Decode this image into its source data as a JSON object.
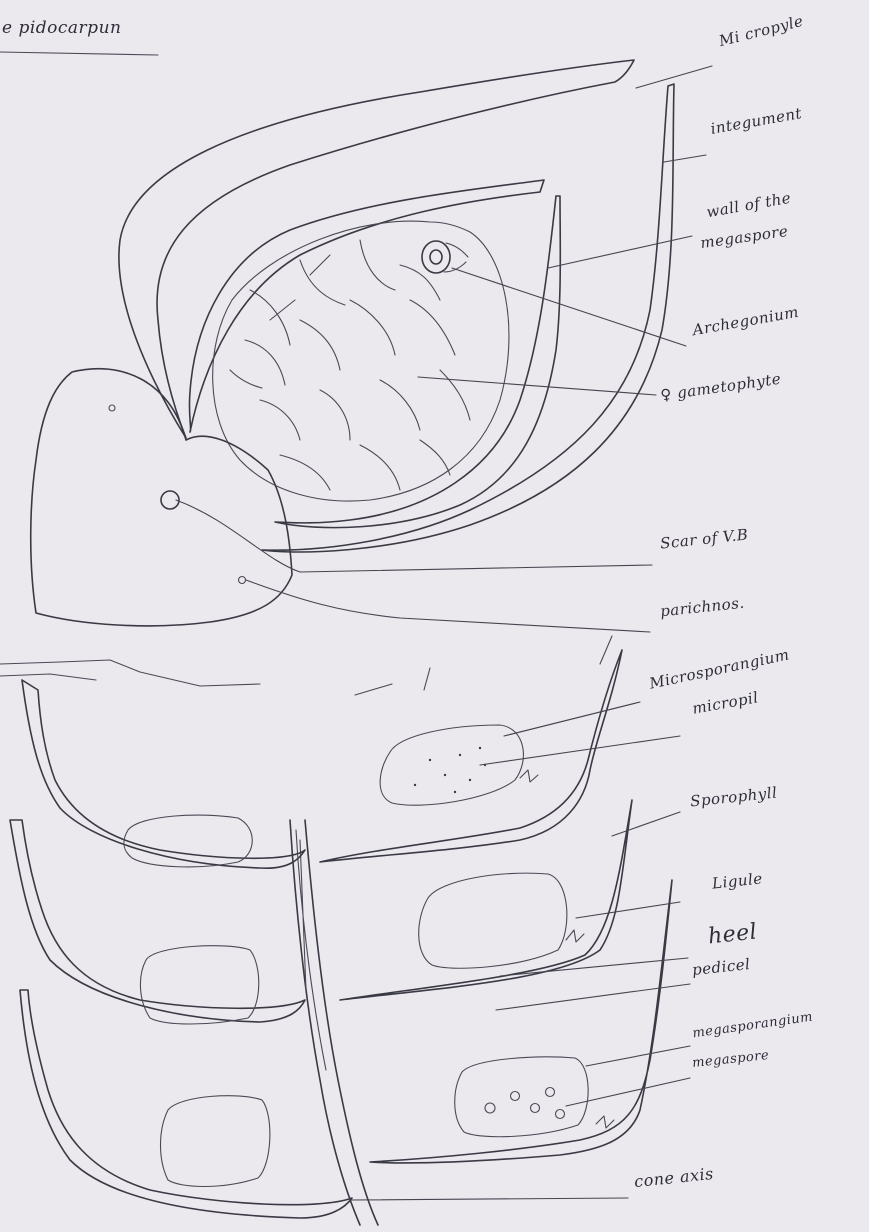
{
  "title": "e pidocarpun",
  "labels": {
    "micropyle": "Mi cropyle",
    "integument": "integument",
    "wall_line1": "wall of the",
    "wall_line2": "megaspore",
    "archegonium": "Archegonium",
    "gametophyte": "♀ gametophyte",
    "scar": "Scar of V.B",
    "parichnos": "parichnos.",
    "microsporangium": "Microsporangium",
    "micropile": "micropil",
    "sporophyll": "Sporophyll",
    "ligule": "Ligule",
    "heel": "heel",
    "pedicel": "pedicel",
    "megasporangium": "megasporangium",
    "megaspore": "megaspore",
    "cone_axis": "cone axis"
  },
  "colors": {
    "paper": "#ebe8ee",
    "ink": "#3a3a44"
  }
}
